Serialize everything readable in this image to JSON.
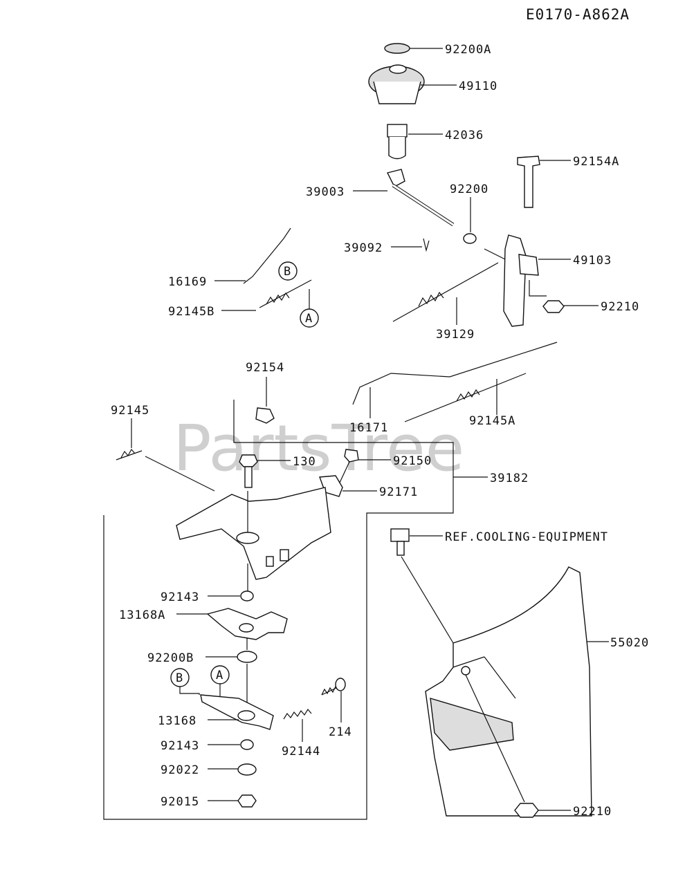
{
  "diagram_code": "E0170-A862A",
  "watermark": "PartsTree",
  "parts": [
    {
      "id": "92200A",
      "label": "92200A"
    },
    {
      "id": "49110",
      "label": "49110"
    },
    {
      "id": "42036",
      "label": "42036"
    },
    {
      "id": "39003",
      "label": "39003"
    },
    {
      "id": "92200",
      "label": "92200"
    },
    {
      "id": "92154A",
      "label": "92154A"
    },
    {
      "id": "39092",
      "label": "39092"
    },
    {
      "id": "49103",
      "label": "49103"
    },
    {
      "id": "16169",
      "label": "16169"
    },
    {
      "id": "92145B",
      "label": "92145B"
    },
    {
      "id": "92210-upper",
      "label": "92210"
    },
    {
      "id": "39129",
      "label": "39129"
    },
    {
      "id": "92154",
      "label": "92154"
    },
    {
      "id": "92145",
      "label": "92145"
    },
    {
      "id": "16171",
      "label": "16171"
    },
    {
      "id": "92145A",
      "label": "92145A"
    },
    {
      "id": "130",
      "label": "130"
    },
    {
      "id": "92150",
      "label": "92150"
    },
    {
      "id": "39182",
      "label": "39182"
    },
    {
      "id": "92171",
      "label": "92171"
    },
    {
      "id": "ref-cooling",
      "label": "REF.COOLING-EQUIPMENT"
    },
    {
      "id": "92143-upper",
      "label": "92143"
    },
    {
      "id": "13168A",
      "label": "13168A"
    },
    {
      "id": "55020",
      "label": "55020"
    },
    {
      "id": "92200B",
      "label": "92200B"
    },
    {
      "id": "13168",
      "label": "13168"
    },
    {
      "id": "214",
      "label": "214"
    },
    {
      "id": "92143-lower",
      "label": "92143"
    },
    {
      "id": "92144",
      "label": "92144"
    },
    {
      "id": "92022",
      "label": "92022"
    },
    {
      "id": "92015",
      "label": "92015"
    },
    {
      "id": "92210-lower",
      "label": "92210"
    }
  ],
  "callouts": [
    {
      "id": "A-upper",
      "label": "A"
    },
    {
      "id": "B-upper",
      "label": "B"
    },
    {
      "id": "A-lower",
      "label": "A"
    },
    {
      "id": "B-lower",
      "label": "B"
    }
  ]
}
